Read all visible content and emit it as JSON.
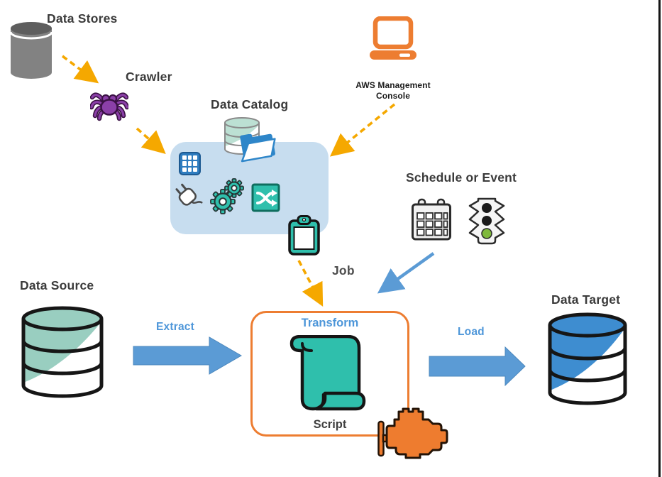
{
  "title": "AWS Glue ETL architecture diagram",
  "labels": {
    "data_stores": "Data Stores",
    "crawler": "Crawler",
    "data_catalog": "Data Catalog",
    "aws_console": "AWS Management Console",
    "schedule_or_event": "Schedule or Event",
    "job": "Job",
    "transform": "Transform",
    "script": "Script",
    "extract": "Extract",
    "load": "Load",
    "data_source": "Data Source",
    "data_target": "Data Target"
  },
  "colors": {
    "amber_dashed_arrow": "#F5A800",
    "blue_arrow": "#5B9BD5",
    "blue_text": "#4D96D9",
    "teal_icon": "#35BFAD",
    "catalog_box_fill": "#C7DDEF",
    "orange_accent": "#ED7D31",
    "purple_spider": "#8B3FA8",
    "gray_cylinder": "#828282",
    "source_cylinder_teal": "#99CEC0",
    "target_cylinder_blue": "#3E8DD0",
    "label_text": "#3B3B3B",
    "traffic_light_green": "#7FB93C"
  },
  "icons": [
    {
      "name": "database-cylinder-gray-icon",
      "depicts": "gray database cylinder (data stores)"
    },
    {
      "name": "spider-icon",
      "depicts": "purple crawler spider"
    },
    {
      "name": "database-folder-icon",
      "depicts": "small database with blue folder (data catalog)"
    },
    {
      "name": "table-grid-icon",
      "depicts": "blue table grid"
    },
    {
      "name": "plug-icon",
      "depicts": "connection plug"
    },
    {
      "name": "gears-icon",
      "depicts": "two teal gears"
    },
    {
      "name": "shuffle-icon",
      "depicts": "teal square with white shuffle arrows"
    },
    {
      "name": "clipboard-icon",
      "depicts": "teal clipboard (job)"
    },
    {
      "name": "laptop-icon",
      "depicts": "orange laptop (AWS Management Console)"
    },
    {
      "name": "calendar-icon",
      "depicts": "calendar (schedule)"
    },
    {
      "name": "traffic-light-icon",
      "depicts": "traffic light with green light (event)"
    },
    {
      "name": "scroll-icon",
      "depicts": "teal script scroll"
    },
    {
      "name": "engine-icon",
      "depicts": "orange engine (ETL engine)"
    },
    {
      "name": "database-cylinder-teal-icon",
      "depicts": "teal database cylinder (data source)"
    },
    {
      "name": "database-cylinder-blue-icon",
      "depicts": "blue database cylinder (data target)"
    }
  ],
  "connections": [
    {
      "from": "Data Stores",
      "to": "Crawler",
      "style": "dashed-amber"
    },
    {
      "from": "Crawler",
      "to": "Data Catalog",
      "style": "dashed-amber"
    },
    {
      "from": "AWS Management Console",
      "to": "Data Catalog",
      "style": "dashed-amber"
    },
    {
      "from": "Job clipboard",
      "to": "Transform box",
      "style": "dashed-amber"
    },
    {
      "from": "Schedule or Event",
      "to": "Transform box",
      "style": "solid-blue"
    },
    {
      "from": "Data Source",
      "to": "Transform box",
      "style": "block-arrow",
      "label": "Extract"
    },
    {
      "from": "Transform box",
      "to": "Data Target",
      "style": "block-arrow",
      "label": "Load"
    }
  ]
}
